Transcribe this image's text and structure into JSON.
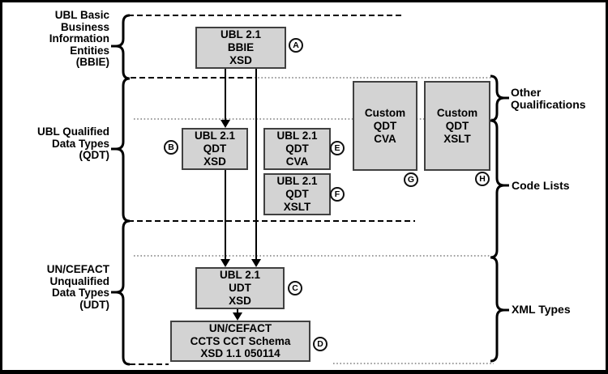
{
  "diagram": {
    "left_groups": [
      {
        "name": "bbie",
        "lines": [
          "UBL Basic",
          "Business",
          "Information",
          "Entities",
          "(BBIE)"
        ]
      },
      {
        "name": "qdt",
        "lines": [
          "UBL Qualified",
          "Data Types",
          "(QDT)"
        ]
      },
      {
        "name": "udt",
        "lines": [
          "UN/CEFACT",
          "Unqualified",
          "Data Types",
          "(UDT)"
        ]
      }
    ],
    "right_groups": [
      {
        "name": "other-qualifications",
        "lines": [
          "Other",
          "Qualifications"
        ]
      },
      {
        "name": "code-lists",
        "lines": [
          "Code Lists"
        ]
      },
      {
        "name": "xml-types",
        "lines": [
          "XML Types"
        ]
      }
    ],
    "boxes": {
      "a": {
        "badge": "A",
        "lines": [
          "UBL 2.1",
          "BBIE",
          "XSD"
        ]
      },
      "b": {
        "badge": "B",
        "lines": [
          "UBL 2.1",
          "QDT",
          "XSD"
        ]
      },
      "e": {
        "badge": "E",
        "lines": [
          "UBL 2.1",
          "QDT",
          "CVA"
        ]
      },
      "f": {
        "badge": "F",
        "lines": [
          "UBL 2.1",
          "QDT",
          "XSLT"
        ]
      },
      "g": {
        "badge": "G",
        "lines": [
          "Custom",
          "QDT",
          "CVA"
        ]
      },
      "h": {
        "badge": "H",
        "lines": [
          "Custom",
          "QDT",
          "XSLT"
        ]
      },
      "c": {
        "badge": "C",
        "lines": [
          "UBL 2.1",
          "UDT",
          "XSD"
        ]
      },
      "d": {
        "badge": "D",
        "lines": [
          "UN/CEFACT",
          "CCTS CCT Schema",
          "XSD 1.1 050114"
        ]
      }
    },
    "colors": {
      "box_fill": "#d3d3d3",
      "box_border": "#404040",
      "line": "#000000",
      "dotted_line": "#7d7d7d",
      "background": "#ffffff"
    }
  }
}
